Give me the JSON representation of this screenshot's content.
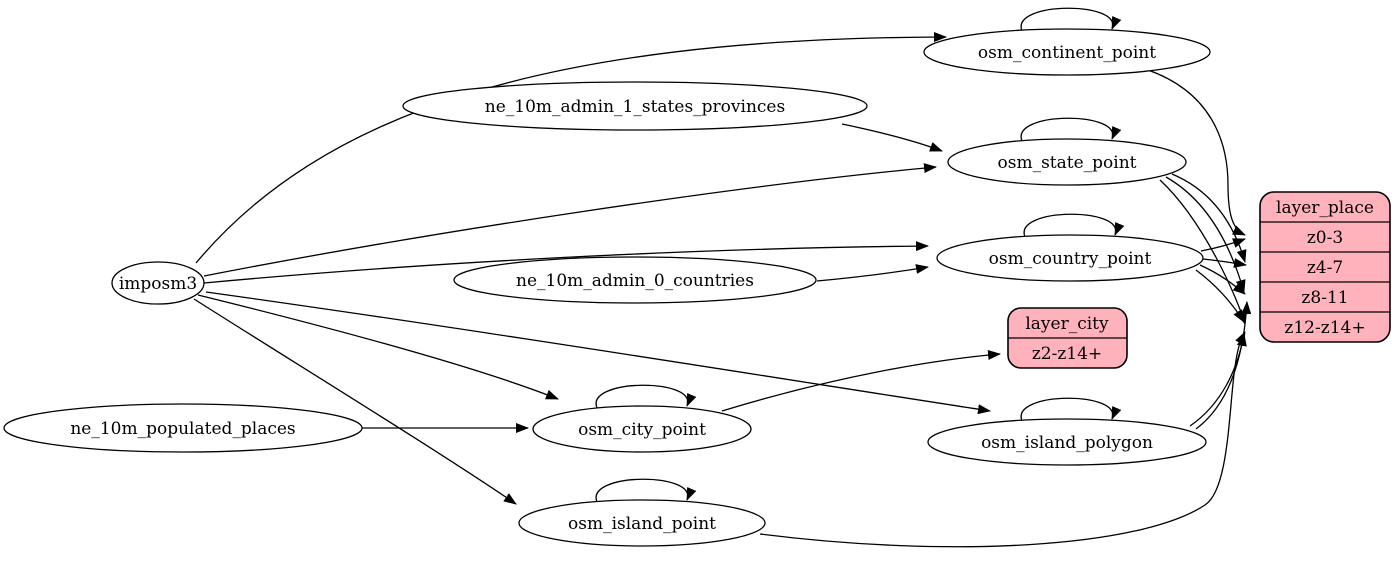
{
  "diagram": {
    "type": "etl-graph",
    "colors": {
      "background": "#ffffff",
      "node_fill": "#ffffff",
      "record_fill": "#ffb2bc",
      "stroke": "#000000"
    },
    "nodes": {
      "imposm3": {
        "label": "imposm3"
      },
      "ne_10m_admin_1_states_provinces": {
        "label": "ne_10m_admin_1_states_provinces"
      },
      "ne_10m_admin_0_countries": {
        "label": "ne_10m_admin_0_countries"
      },
      "ne_10m_populated_places": {
        "label": "ne_10m_populated_places"
      },
      "osm_continent_point": {
        "label": "osm_continent_point"
      },
      "osm_state_point": {
        "label": "osm_state_point"
      },
      "osm_country_point": {
        "label": "osm_country_point"
      },
      "osm_city_point": {
        "label": "osm_city_point"
      },
      "osm_island_polygon": {
        "label": "osm_island_polygon"
      },
      "osm_island_point": {
        "label": "osm_island_point"
      }
    },
    "records": {
      "layer_city": {
        "title": "layer_city",
        "rows": [
          "z2-z14+"
        ]
      },
      "layer_place": {
        "title": "layer_place",
        "rows": [
          "z0-3",
          "z4-7",
          "z8-11",
          "z12-z14+"
        ]
      }
    },
    "edges": [
      {
        "from": "imposm3",
        "to": "osm_continent_point"
      },
      {
        "from": "imposm3",
        "to": "osm_state_point"
      },
      {
        "from": "imposm3",
        "to": "osm_country_point"
      },
      {
        "from": "imposm3",
        "to": "osm_city_point"
      },
      {
        "from": "imposm3",
        "to": "osm_island_polygon"
      },
      {
        "from": "imposm3",
        "to": "osm_island_point"
      },
      {
        "from": "ne_10m_admin_1_states_provinces",
        "to": "osm_state_point"
      },
      {
        "from": "ne_10m_admin_0_countries",
        "to": "osm_country_point"
      },
      {
        "from": "ne_10m_populated_places",
        "to": "osm_city_point"
      },
      {
        "from": "osm_continent_point",
        "to": "osm_continent_point"
      },
      {
        "from": "osm_state_point",
        "to": "osm_state_point"
      },
      {
        "from": "osm_country_point",
        "to": "osm_country_point"
      },
      {
        "from": "osm_city_point",
        "to": "osm_city_point"
      },
      {
        "from": "osm_island_polygon",
        "to": "osm_island_polygon"
      },
      {
        "from": "osm_island_point",
        "to": "osm_island_point"
      },
      {
        "from": "osm_continent_point",
        "to": "layer_place",
        "to_port": "z0-3"
      },
      {
        "from": "osm_state_point",
        "to": "layer_place",
        "to_port": "z4-7"
      },
      {
        "from": "osm_state_point",
        "to": "layer_place",
        "to_port": "z8-11"
      },
      {
        "from": "osm_state_point",
        "to": "layer_place",
        "to_port": "z12-z14+"
      },
      {
        "from": "osm_country_point",
        "to": "layer_place",
        "to_port": "z0-3"
      },
      {
        "from": "osm_country_point",
        "to": "layer_place",
        "to_port": "z4-7"
      },
      {
        "from": "osm_country_point",
        "to": "layer_place",
        "to_port": "z8-11"
      },
      {
        "from": "osm_country_point",
        "to": "layer_place",
        "to_port": "z12-z14+"
      },
      {
        "from": "osm_city_point",
        "to": "layer_city",
        "to_port": "z2-z14+"
      },
      {
        "from": "osm_island_polygon",
        "to": "layer_place",
        "to_port": "z8-11"
      },
      {
        "from": "osm_island_polygon",
        "to": "layer_place",
        "to_port": "z12-z14+"
      },
      {
        "from": "osm_island_point",
        "to": "layer_place",
        "to_port": "z12-z14+"
      }
    ]
  }
}
